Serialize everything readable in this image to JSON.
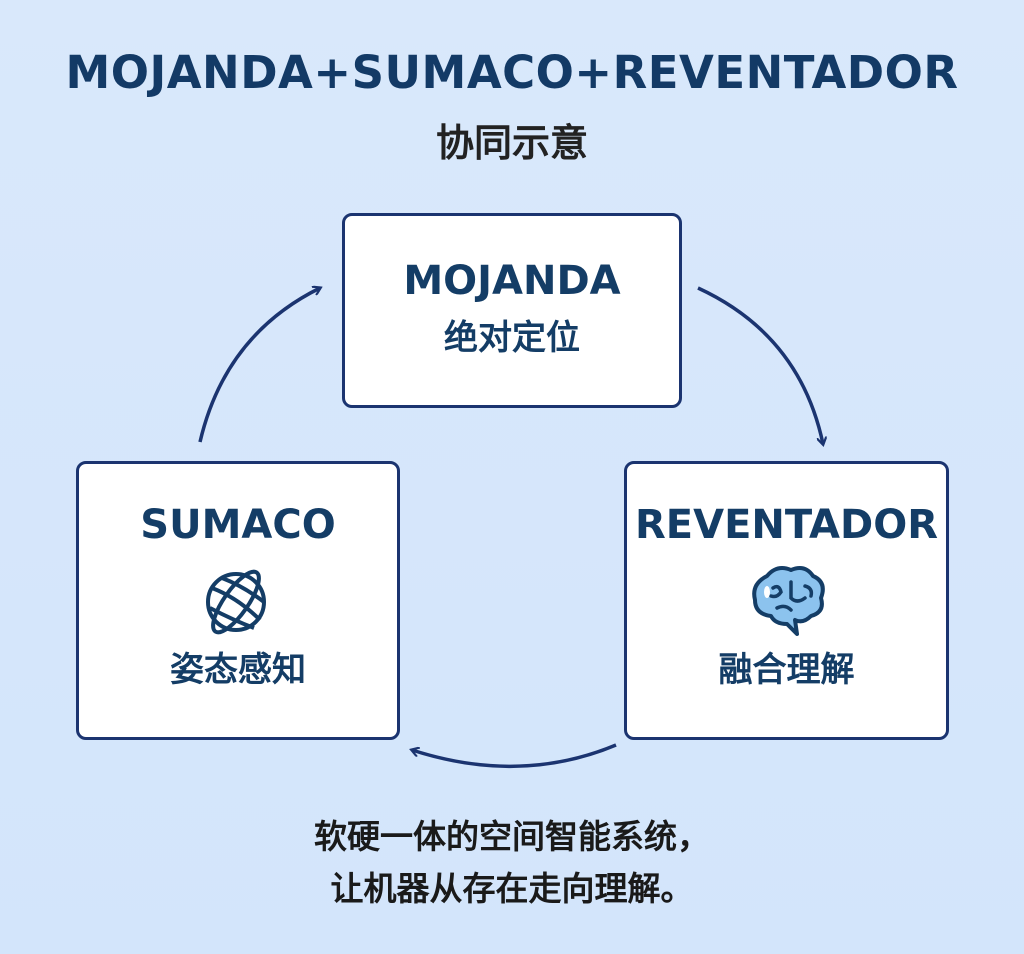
{
  "title": "MOJANDA+SUMACO+REVENTADOR",
  "subtitle": "协同示意",
  "nodes": [
    {
      "name": "MOJANDA",
      "label": "绝对定位",
      "icon": "none"
    },
    {
      "name": "SUMACO",
      "label": "姿态感知",
      "icon": "globe-orbit-icon"
    },
    {
      "name": "REVENTADOR",
      "label": "融合理解",
      "icon": "brain-icon"
    }
  ],
  "footer": [
    "软硬一体的空间智能系统，",
    "让机器从存在走向理解。"
  ],
  "colors": {
    "background": "#d9e8fb",
    "text": "#133a66",
    "border": "#1b3470",
    "arrow": "#1b3470",
    "brain_fill": "#8cc3ee"
  }
}
